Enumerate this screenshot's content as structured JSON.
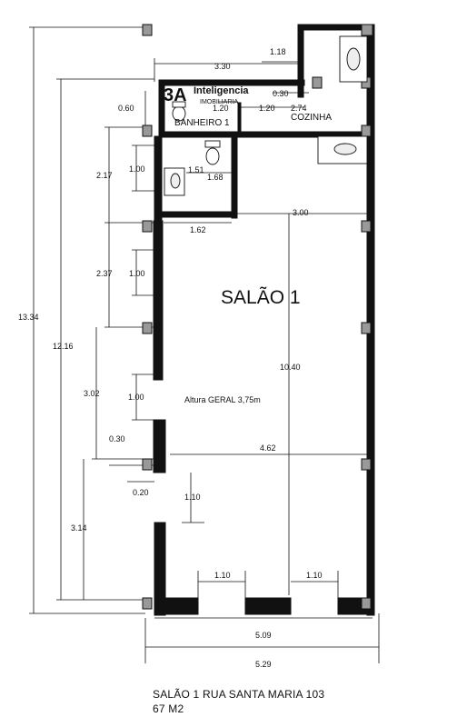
{
  "logo": {
    "brand": "3A",
    "name": "Inteligencia",
    "sub": "IMOBILIARIA",
    "brand_color": "#1f4fb5",
    "accent_color": "#d62020"
  },
  "rooms": {
    "salao": "SALÃO 1",
    "banheiro": "BANHEIRO 1",
    "cozinha": "COZINHA"
  },
  "note": "Altura GERAL 3,75m",
  "dimensions": {
    "d_1_18": "1.18",
    "d_3_30": "3.30",
    "d_0_30_top": "0.30",
    "d_0_60": "0.60",
    "d_1_20_a": "1.20",
    "d_1_20_b": "1.20",
    "d_2_74": "2.74",
    "d_2_17": "2.17",
    "d_1_00_a": "1.00",
    "d_1_51": "1.51",
    "d_1_68": "1.68",
    "d_3_00": "3.00",
    "d_1_62": "1.62",
    "d_2_37": "2.37",
    "d_1_00_b": "1.00",
    "d_13_34": "13.34",
    "d_12_16": "12.16",
    "d_10_40": "10.40",
    "d_3_02": "3.02",
    "d_1_00_c": "1.00",
    "d_0_30_side": "0.30",
    "d_4_62": "4.62",
    "d_0_20": "0.20",
    "d_1_10_v": "1.10",
    "d_3_14": "3.14",
    "d_1_10_a": "1.10",
    "d_1_10_b": "1.10",
    "d_5_09": "5.09",
    "d_5_29": "5.29"
  },
  "footer": {
    "line1": "SALÃO 1  RUA SANTA MARIA 103",
    "line2": "67 M2"
  }
}
